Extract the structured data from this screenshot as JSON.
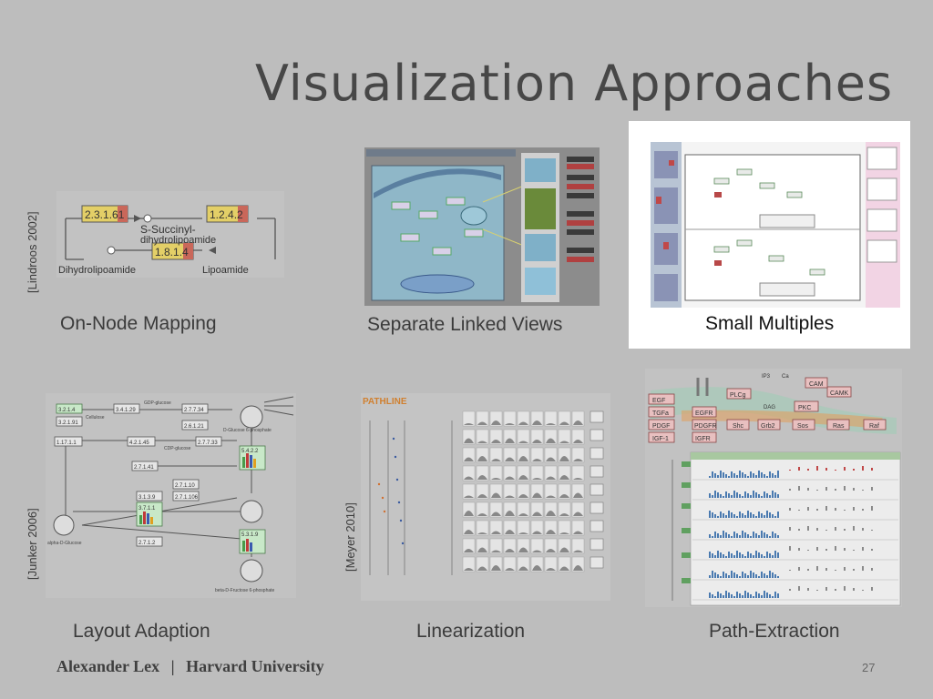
{
  "slide": {
    "title": "Visualization Approaches",
    "footer_author": "Alexander Lex",
    "footer_sep": "|",
    "footer_org": "Harvard University",
    "page_number": "27"
  },
  "panels": {
    "on_node": {
      "caption": "On-Node Mapping",
      "citation": "[Lindroos 2002]",
      "nodes": [
        "2.3.1.61",
        "1.2.4.2",
        "1.8.1.4"
      ],
      "labels": [
        "S-Succinyl-",
        "dihydrolipoamide",
        "Dihydrolipoamide",
        "Lipoamide"
      ]
    },
    "linked_views": {
      "caption": "Separate Linked Views"
    },
    "small_multiples": {
      "caption": "Small Multiples"
    },
    "layout": {
      "caption": "Layout Adaption",
      "citation": "[Junker 2006]",
      "nodes": [
        "3.2.1.4",
        "3.2.1.91",
        "3.4.1.29",
        "2.7.7.34",
        "2.6.1.21",
        "1.17.1.1",
        "4.2.1.45",
        "2.7.7.33",
        "2.7.1.41",
        "2.7.1.10",
        "2.7.1.106",
        "3.1.3.9",
        "3.7.1.1",
        "2.7.1.2",
        "5.4.2.2",
        "5.3.1.9"
      ],
      "labels": [
        "GDP-glucose",
        "Cellulose",
        "D-Glucose 6-phosphate",
        "CDP-glucose",
        "alpha-D-Glucose",
        "beta-D-Fructose 6-phosphate"
      ]
    },
    "linearization": {
      "caption": "Linearization",
      "citation": "[Meyer 2010]",
      "logo": "PATHLINE"
    },
    "path_extraction": {
      "caption": "Path-Extraction",
      "nodes": [
        "EGF",
        "TGFa",
        "PDGF",
        "IGF-1",
        "EGFR",
        "PDGFR",
        "IGFR",
        "PLCg",
        "DAG",
        "PKC",
        "Shc",
        "Grb2",
        "Sos",
        "Ras",
        "Raf",
        "CAMK",
        "CAM",
        "IP3",
        "Ca"
      ]
    }
  }
}
